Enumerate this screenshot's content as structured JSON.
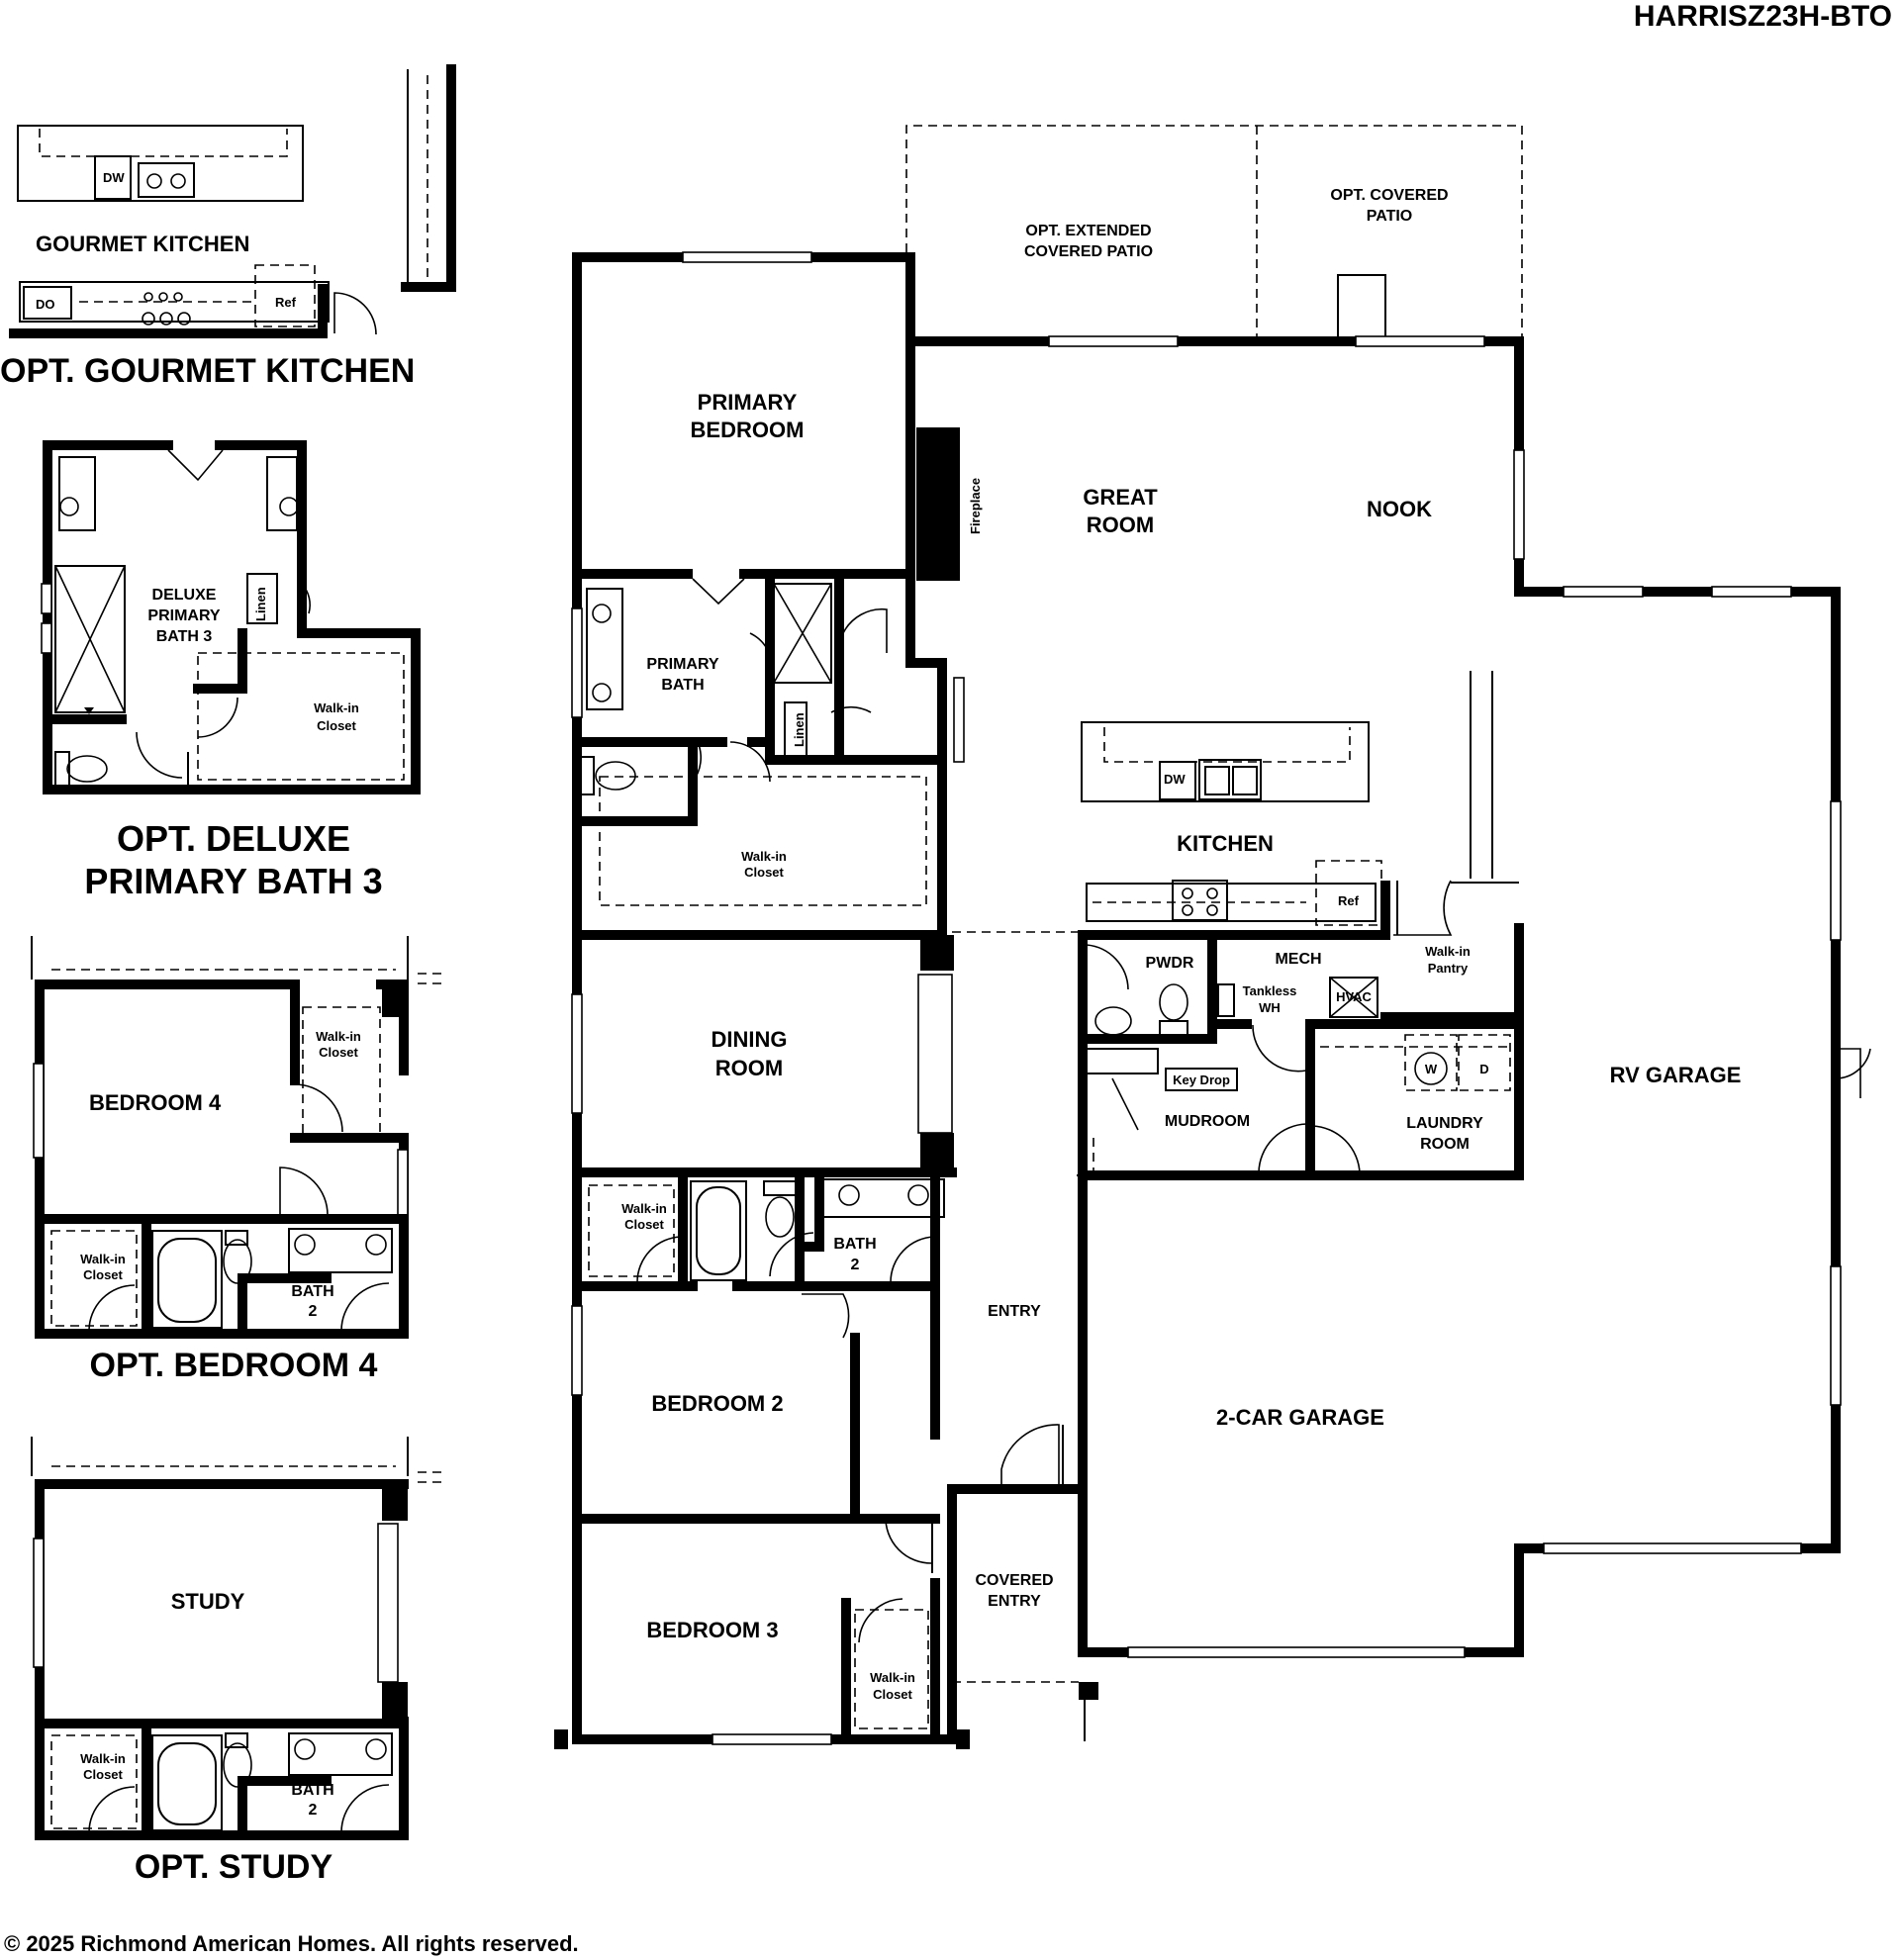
{
  "header": {
    "plan_code": "HARRISZ23H-BTO"
  },
  "footer": {
    "copyright": "© 2025 Richmond American Homes. All rights reserved."
  },
  "options": {
    "gourmet_kitchen": {
      "title": "OPT. GOURMET KITCHEN",
      "label": "GOURMET KITCHEN",
      "dw": "DW",
      "do": "DO",
      "ref": "Ref"
    },
    "deluxe_bath": {
      "title_line1": "OPT. DELUXE",
      "title_line2": "PRIMARY BATH 3",
      "label_line1": "DELUXE",
      "label_line2": "PRIMARY",
      "label_line3": "BATH 3",
      "linen": "Linen",
      "closet_line1": "Walk-in",
      "closet_line2": "Closet"
    },
    "bedroom4": {
      "title": "OPT. BEDROOM 4",
      "bedroom": "BEDROOM 4",
      "closet_line1": "Walk-in",
      "closet_line2": "Closet",
      "closet2_line1": "Walk-in",
      "closet2_line2": "Closet",
      "bath_line1": "BATH",
      "bath_line2": "2"
    },
    "study": {
      "title": "OPT. STUDY",
      "study": "STUDY",
      "closet_line1": "Walk-in",
      "closet_line2": "Closet",
      "bath_line1": "BATH",
      "bath_line2": "2"
    }
  },
  "rooms": {
    "ext_patio_line1": "OPT. EXTENDED",
    "ext_patio_line2": "COVERED PATIO",
    "cov_patio_line1": "OPT. COVERED",
    "cov_patio_line2": "PATIO",
    "primary_bed_line1": "PRIMARY",
    "primary_bed_line2": "BEDROOM",
    "great_line1": "GREAT",
    "great_line2": "ROOM",
    "nook": "NOOK",
    "fireplace": "Fireplace",
    "primary_bath_line1": "PRIMARY",
    "primary_bath_line2": "BATH",
    "linen": "Linen",
    "walkin_line1": "Walk-in",
    "walkin_line2": "Closet",
    "kitchen": "KITCHEN",
    "dw": "DW",
    "ref": "Ref",
    "pantry_line1": "Walk-in",
    "pantry_line2": "Pantry",
    "pwdr": "PWDR",
    "mech": "MECH",
    "tankless_line1": "Tankless",
    "tankless_line2": "WH",
    "hvac": "HVAC",
    "dining_line1": "DINING",
    "dining_line2": "ROOM",
    "key_drop": "Key Drop",
    "mudroom": "MUDROOM",
    "washer": "W",
    "dryer": "D",
    "laundry_line1": "LAUNDRY",
    "laundry_line2": "ROOM",
    "rv_garage": "RV GARAGE",
    "bath2_closet_line1": "Walk-in",
    "bath2_closet_line2": "Closet",
    "bath2_line1": "BATH",
    "bath2_line2": "2",
    "entry": "ENTRY",
    "bedroom2": "BEDROOM 2",
    "garage2": "2-CAR GARAGE",
    "bedroom3": "BEDROOM 3",
    "covered_entry_line1": "COVERED",
    "covered_entry_line2": "ENTRY",
    "bed3_closet_line1": "Walk-in",
    "bed3_closet_line2": "Closet"
  }
}
